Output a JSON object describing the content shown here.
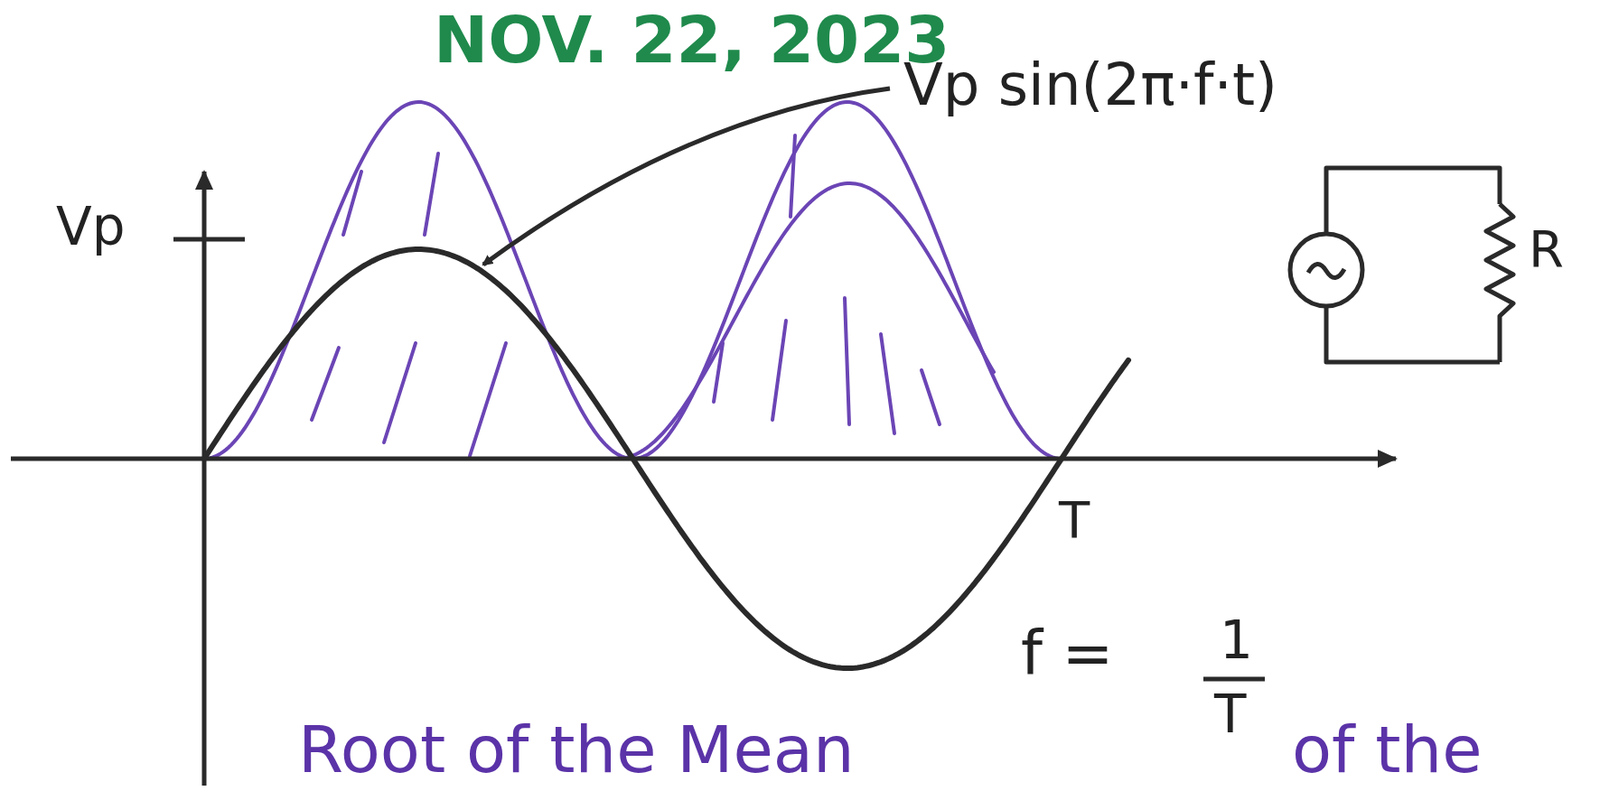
{
  "diagram": {
    "labels": [
      "NOV. 22, 2023",
      "Vp sin(2π·f·t)",
      "Vp",
      "R",
      "T",
      "f =",
      "1",
      "T",
      "Root of the Mean",
      "of the"
    ]
  }
}
